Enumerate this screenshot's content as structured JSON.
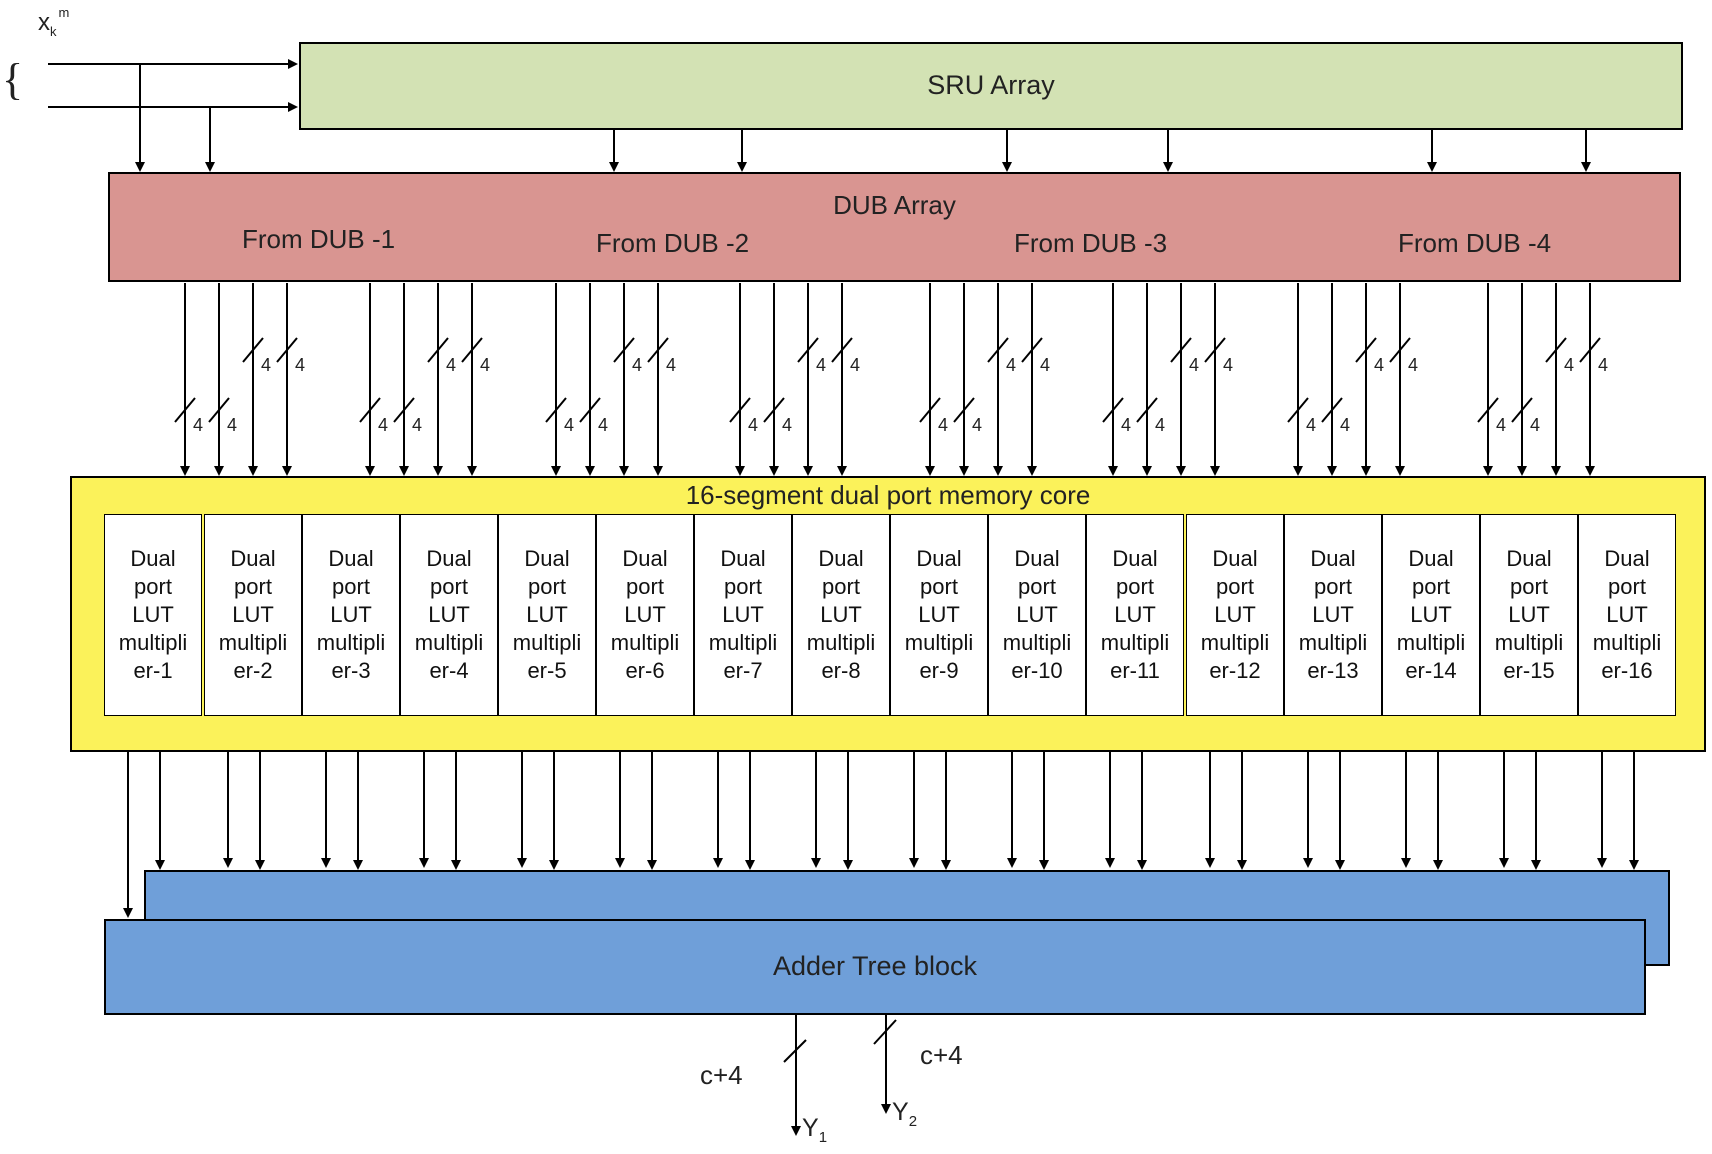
{
  "input": {
    "base": "x",
    "sub": "k",
    "sup": "m",
    "brace": "{"
  },
  "sru": {
    "label": "SRU Array"
  },
  "dub": {
    "label": "DUB Array",
    "groups": [
      "From DUB -1",
      "From DUB -2",
      "From DUB -3",
      "From DUB -4"
    ]
  },
  "bus_width": "4",
  "memory": {
    "title": "16-segment dual port memory core",
    "cells": [
      "Dual port LUT multipli er-1",
      "Dual port LUT multipli er-2",
      "Dual port LUT multipli er-3",
      "Dual port LUT multipli er-4",
      "Dual port LUT multipli er-5",
      "Dual port LUT multipli er-6",
      "Dual port LUT multipli er-7",
      "Dual port LUT multipli er-8",
      "Dual port LUT multipli er-9",
      "Dual port LUT multipli er-10",
      "Dual port LUT multipli er-11",
      "Dual port LUT multipli er-12",
      "Dual port LUT multipli er-13",
      "Dual port LUT multipli er-14",
      "Dual port LUT multipli er-15",
      "Dual port LUT multipli er-16"
    ]
  },
  "adder": {
    "label": "Adder Tree block"
  },
  "outputs": [
    {
      "base": "Y",
      "sub": "1",
      "width": "c+4"
    },
    {
      "base": "Y",
      "sub": "2",
      "width": "c+4"
    }
  ],
  "colors": {
    "sru": "#d3e2b4",
    "dub": "#d99591",
    "memory_core": "#fbf25a",
    "adder": "#6f9fd9"
  }
}
